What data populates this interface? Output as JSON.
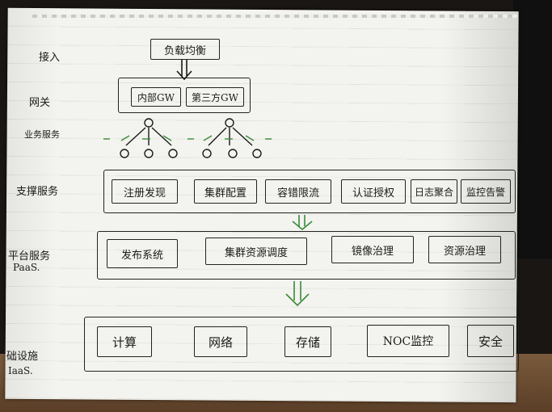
{
  "labels": {
    "access": "接入",
    "gateway": "网关",
    "business": "业务服务",
    "support": "支撑服务",
    "platform": "平台服务",
    "platform_sub": "PaaS.",
    "infra": "础设施",
    "infra_sub": "IaaS."
  },
  "access": {
    "lb": "负载均衡"
  },
  "gateway": {
    "items": [
      "内部GW",
      "第三方GW"
    ]
  },
  "support": {
    "items": [
      "注册发现",
      "集群配置",
      "容错限流",
      "认证授权",
      "日志聚合",
      "监控告警"
    ]
  },
  "platform": {
    "items": [
      "发布系统",
      "集群资源调度",
      "镜像治理",
      "资源治理"
    ]
  },
  "infra": {
    "items": [
      "计算",
      "网络",
      "存储",
      "NOC监控",
      "安全"
    ]
  },
  "colors": {
    "ink": "#1a1a1a",
    "arrow_green": "#3a8a3a",
    "paper": "#f3f3ef"
  }
}
